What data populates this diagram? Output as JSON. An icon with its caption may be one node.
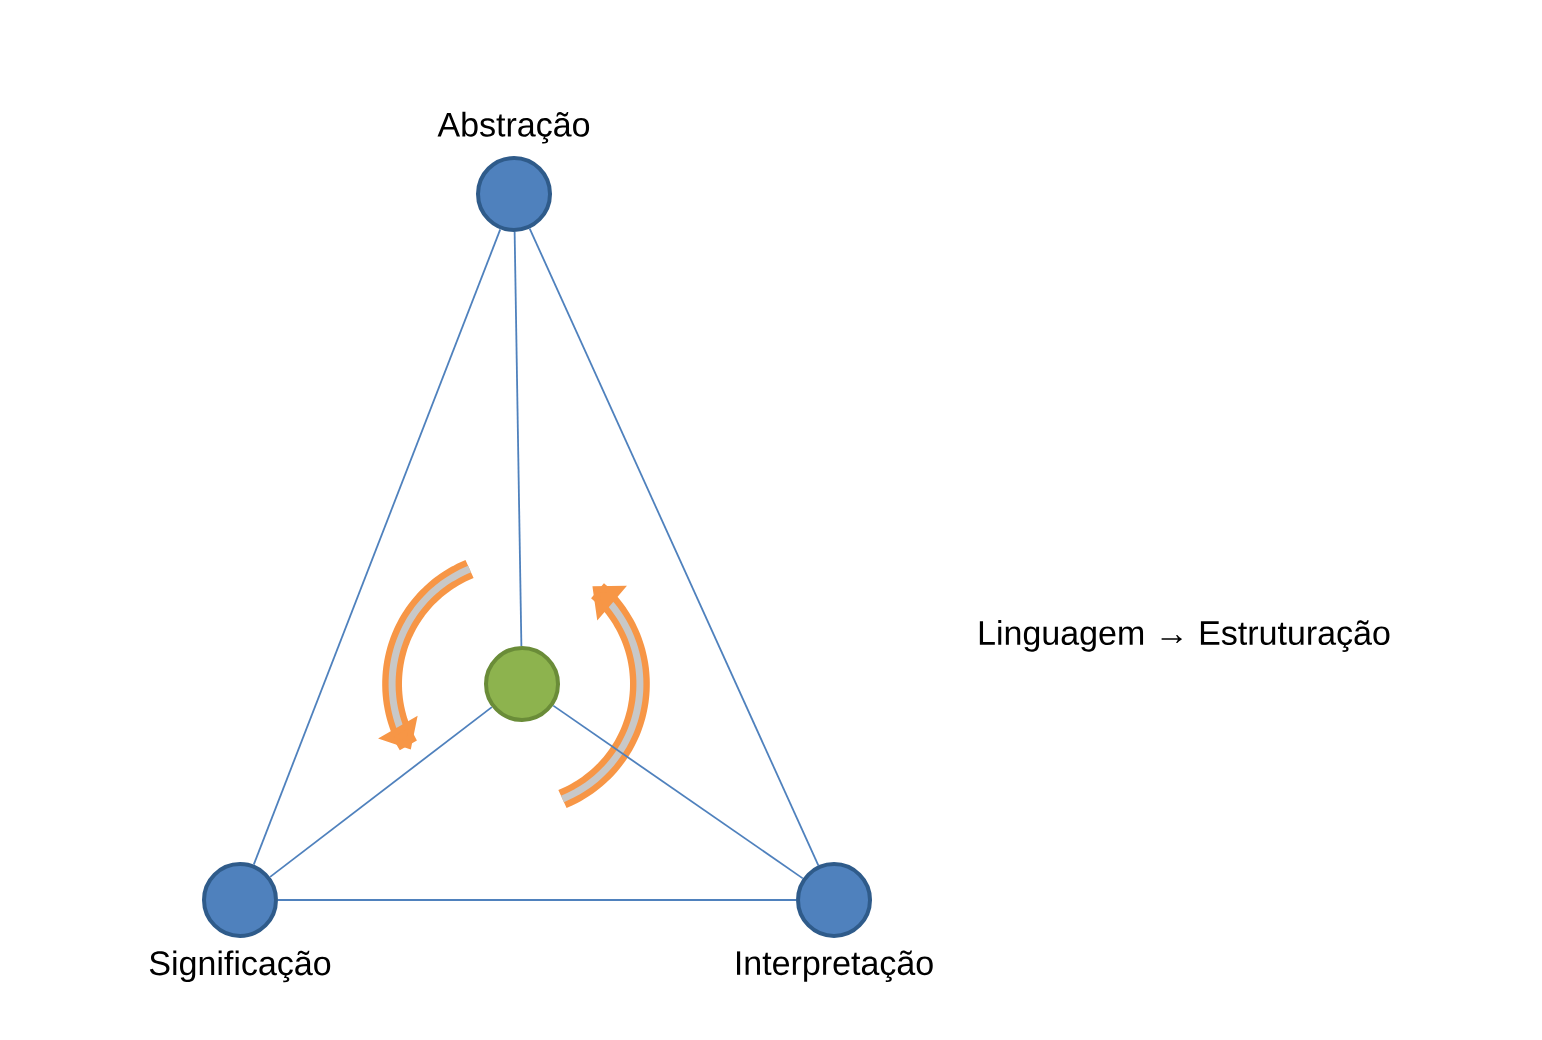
{
  "diagram": {
    "nodes": [
      {
        "text": [
          "Abstração"
        ]
      },
      {
        "text": [],
        "shape": "circle"
      },
      {
        "text": [
          "Significação"
        ]
      },
      {
        "text": [
          "Interpretação"
        ]
      }
    ],
    "edges": [
      {
        "from": 0,
        "to": 2,
        "arrow": "none"
      },
      {
        "from": 0,
        "to": 3,
        "arrow": "none"
      },
      {
        "from": 2,
        "to": 3,
        "arrow": "none"
      },
      {
        "from": 0,
        "to": 1,
        "arrow": "none"
      },
      {
        "from": 1,
        "to": 2,
        "arrow": "none"
      },
      {
        "from": 1,
        "to": 3,
        "arrow": "none"
      }
    ],
    "labels": [
      "Linguagem → Estruturação"
    ]
  }
}
